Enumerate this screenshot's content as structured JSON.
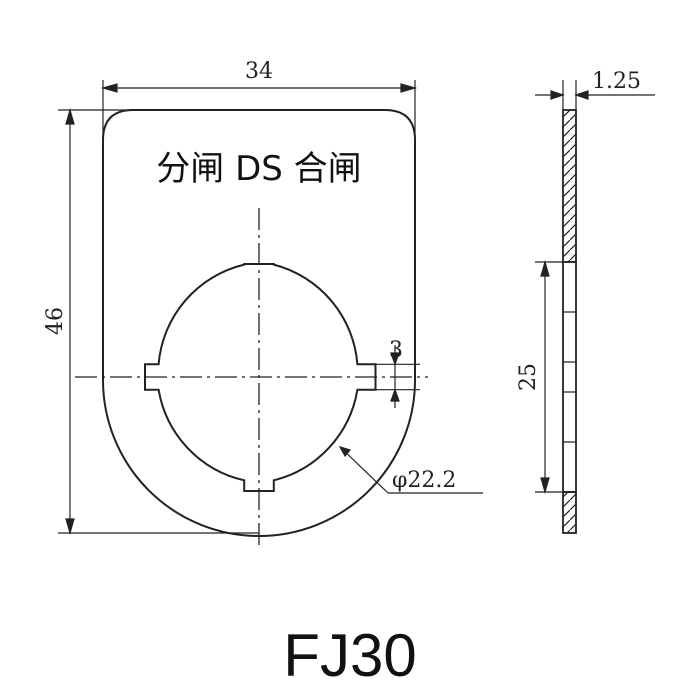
{
  "plate_label": "分闸 DS 合闸",
  "model": "FJ30",
  "dimensions": {
    "width": "34",
    "height": "46",
    "key_width": "3",
    "hole_diameter": "φ22.2",
    "thickness": "1.25",
    "side_span": "25"
  }
}
